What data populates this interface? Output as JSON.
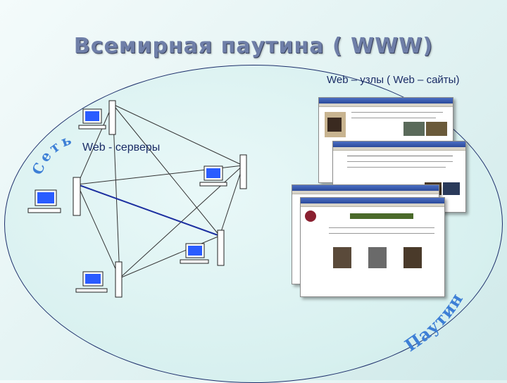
{
  "slide": {
    "title": "Всемирная паутина ( WWW)",
    "web_nodes_label": "Web – узлы ( Web – сайты)",
    "servers_label": "Web - серверы",
    "network_label": "Сеть",
    "web_label": "Паутина"
  },
  "colors": {
    "title": "#6f7fa8",
    "network_label": "#3d7fd6",
    "web_label": "#3d7fd6",
    "ellipse_border": "#1d2f6b",
    "link_lines": "#333333"
  },
  "icons": [
    "computer-icon",
    "server-icon",
    "webpage-screenshot"
  ]
}
